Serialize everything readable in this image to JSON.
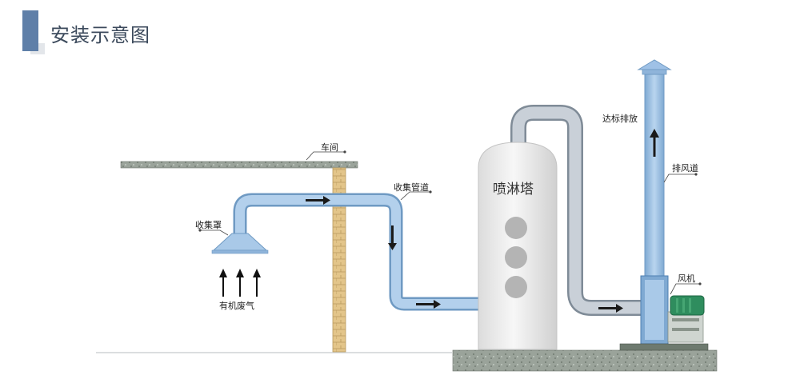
{
  "header": {
    "title": "安装示意图"
  },
  "diagram": {
    "labels": {
      "workshop": "车间",
      "collection_pipe": "收集管道",
      "collection_hood": "收集罩",
      "organic_waste_gas": "有机废气",
      "spray_tower": "喷淋塔",
      "compliant_emission": "达标排放",
      "exhaust_duct": "排风道",
      "fan": "风机"
    },
    "colors": {
      "pipe": "#a9c9e8",
      "pipe_edge": "#6f9ac3",
      "tower": "#eeeeee",
      "chimney": "#9fc1e6",
      "fan_motor": "#2f8d5e",
      "ground": "#9aa39a",
      "brick": "#e3c58a"
    }
  }
}
